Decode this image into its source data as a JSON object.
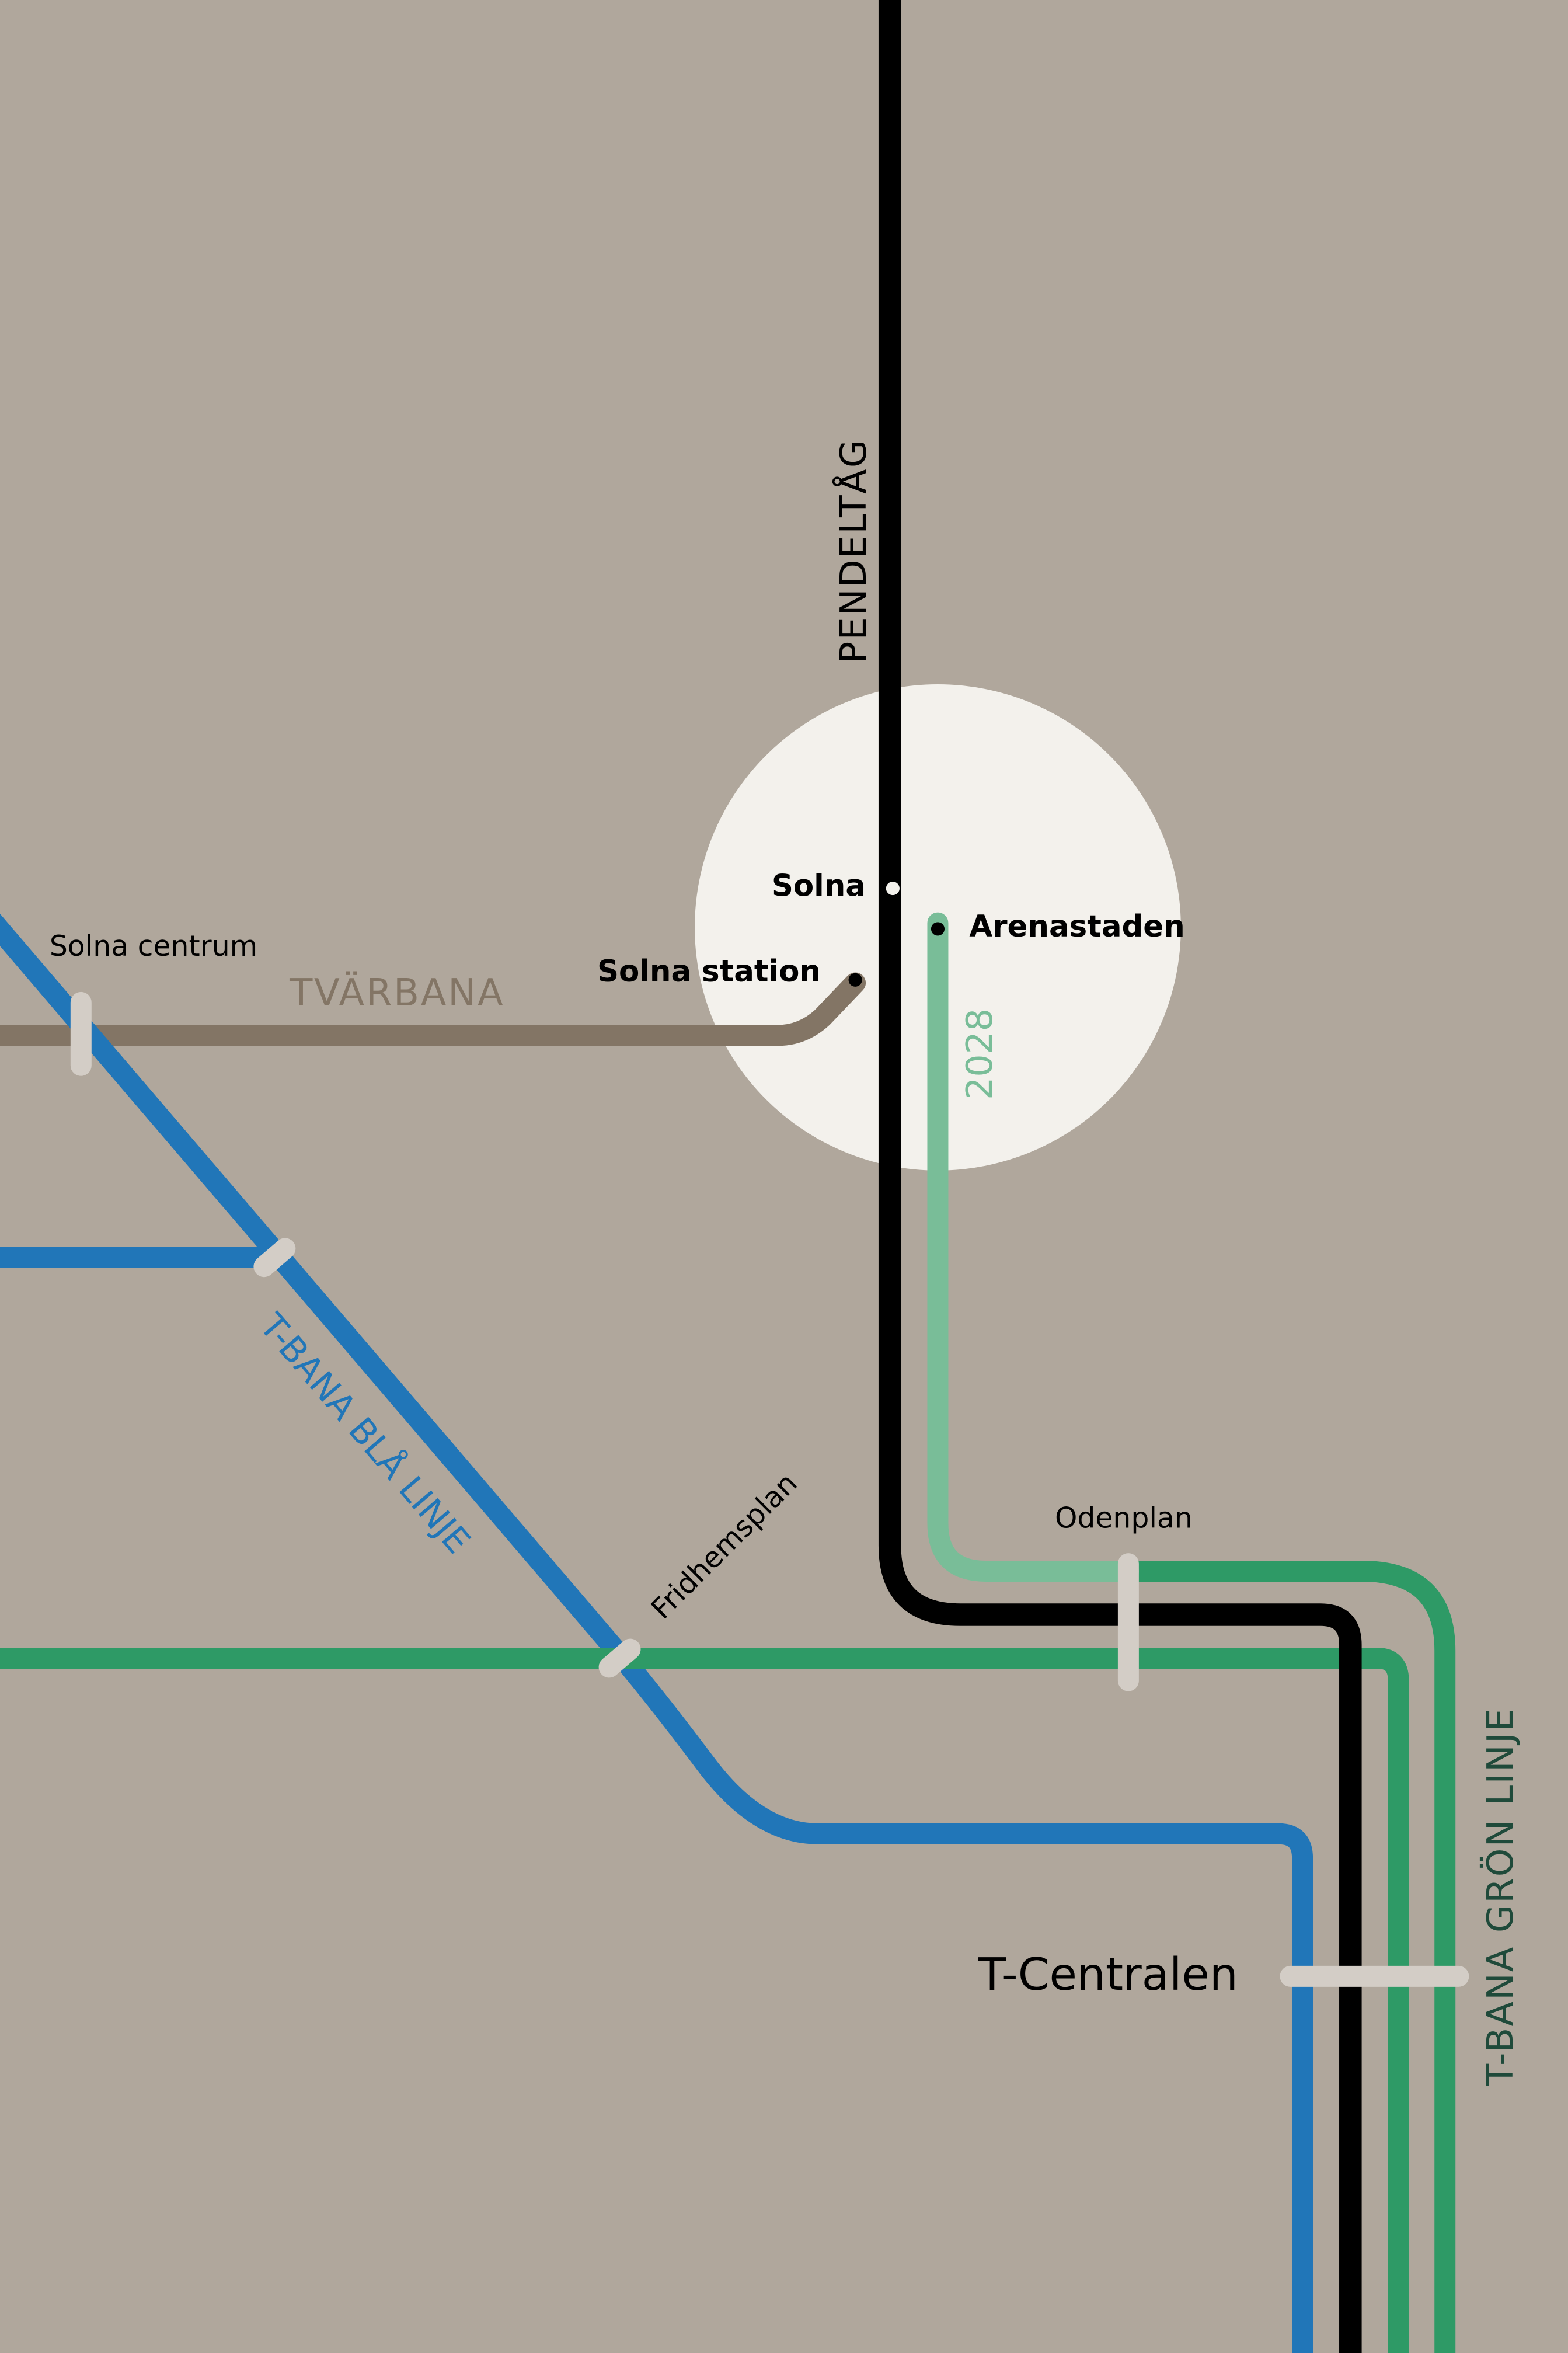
{
  "colors": {
    "background": "#b0a79c",
    "highlight_circle": "#f3f1ec",
    "pendeltag": "#000000",
    "bla_linje": "#2176b8",
    "gron_linje": "#2e9a66",
    "gron_2028": "#79bd98",
    "tvarbana": "#837565",
    "transfer_marker": "#d3cdc6",
    "gron_label": "#1f4a3a"
  },
  "lines": {
    "pendeltag": "PENDELTÅG",
    "tvarbana": "TVÄRBANA",
    "bla_linje": "T-BANA BLÅ LINJE",
    "gron_linje": "T-BANA GRÖN LINJE",
    "gron_2028": "2028"
  },
  "stations": {
    "solna": "Solna",
    "arenastaden": "Arenastaden",
    "solna_station": "Solna station",
    "solna_centrum": "Solna centrum",
    "fridhemsplan": "Fridhemsplan",
    "odenplan": "Odenplan",
    "t_centralen": "T-Centralen"
  }
}
